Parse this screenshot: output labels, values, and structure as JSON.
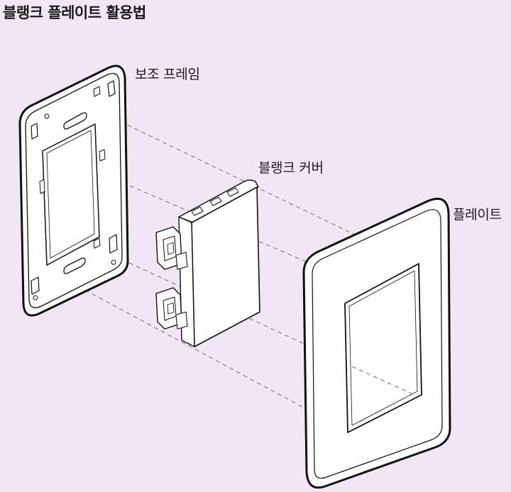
{
  "title": "블랭크 플레이트 활용법",
  "labels": {
    "frame": "보조 프레임",
    "cover": "블랭크 커버",
    "plate": "플레이트"
  },
  "colors": {
    "background": "#f1e6f3",
    "line": "#111111",
    "dash": "#8a8a8a",
    "part_fill": "#ffffff"
  }
}
